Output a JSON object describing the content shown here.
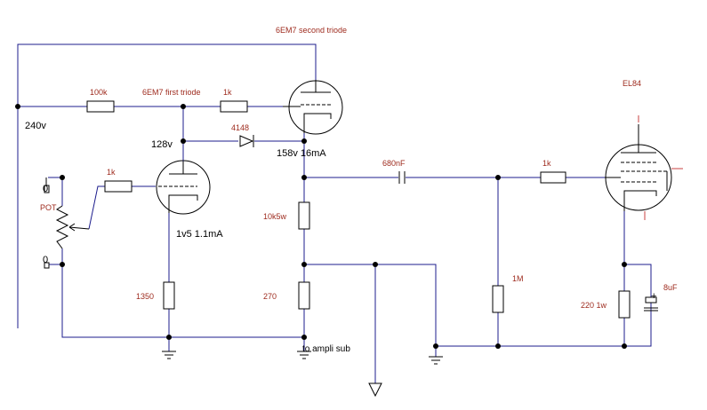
{
  "labels": {
    "tube_6em7_second": "6EM7 second triode",
    "tube_6em7_first": "6EM7 first triode",
    "tube_el84": "EL84",
    "r_100k": "100k",
    "r_1k_grid_second": "1k",
    "r_1k_pot": "1k",
    "r_1k_el84": "1k",
    "diode_4148": "4148",
    "c_680nF": "680nF",
    "r_10k5w": "10k5w",
    "r_1350": "1350",
    "r_270": "270",
    "r_1M": "1M",
    "r_220_1w": "220 1w",
    "c_8uF": "8uF",
    "pot": "POT",
    "pot_top": "0",
    "pot_bottom": "0",
    "v_240": "240v",
    "v_128": "128v",
    "v_158": "158v 16mA",
    "v_1v5": "1v5 1.1mA",
    "to_ampli_sub": "to ampli sub",
    "cap_plus": "+"
  }
}
